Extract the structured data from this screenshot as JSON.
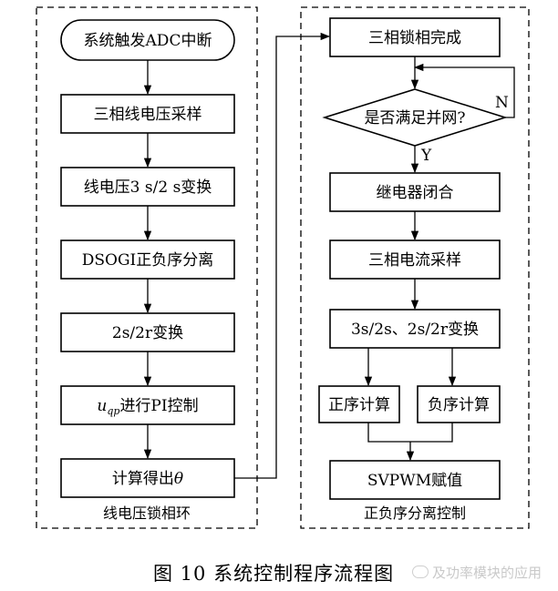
{
  "left_group": {
    "label": "线电压锁相环",
    "start": "系统触发ADC中断",
    "steps": [
      "三相线电压采样",
      "线电压3 s/2 s变换",
      "DSOGI正负序分离",
      "2s/2r变换"
    ],
    "pi_step": {
      "var": "u",
      "sub": "qp",
      "rest": "进行PI控制"
    },
    "theta_step": {
      "text": "计算得出",
      "var": "θ"
    }
  },
  "right_group": {
    "label": "正负序分离控制",
    "lock_done": "三相锁相完成",
    "decision": "是否满足并网?",
    "no_label": "N",
    "yes_label": "Y",
    "relay": "继电器闭合",
    "current_sampling": "三相电流采样",
    "transform": "3s/2s、2s/2r变换",
    "positive_calc": "正序计算",
    "negative_calc": "负序计算",
    "svpwm": "SVPWM赋值"
  },
  "caption": {
    "text": "图 10   系统控制程序流程图",
    "watermark": "及功率模块的应用"
  }
}
